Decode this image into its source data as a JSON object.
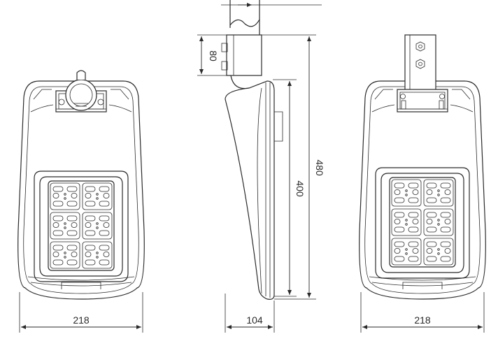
{
  "dimensions": {
    "front_width": "218",
    "side_depth": "104",
    "back_width": "218",
    "side_height_inner": "400",
    "side_height_total": "480",
    "pole_mount_height": "80"
  },
  "led_module": {
    "rows": 3,
    "cols": 2,
    "leds_per_module": 8
  }
}
